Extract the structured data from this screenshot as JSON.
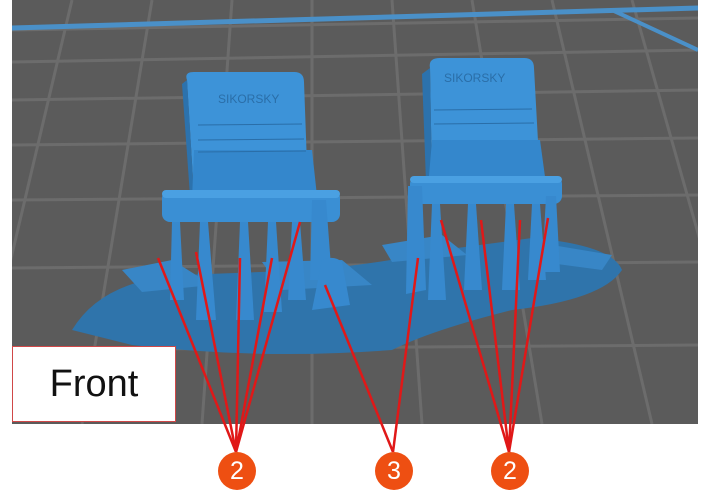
{
  "view_label": "Front",
  "model_text": {
    "left_chair": "SIKORSKY",
    "right_chair": "SIKORSKY"
  },
  "callouts": [
    {
      "id": "left-group",
      "number": "2"
    },
    {
      "id": "middle-group",
      "number": "3"
    },
    {
      "id": "right-group",
      "number": "2"
    }
  ],
  "colors": {
    "background": "#5b5b5b",
    "grid": "#6e6e6e",
    "build_plate_edge": "#4a90c8",
    "model": "#3a8fd4",
    "callout_line": "#e01818",
    "badge": "#ee4f12"
  }
}
